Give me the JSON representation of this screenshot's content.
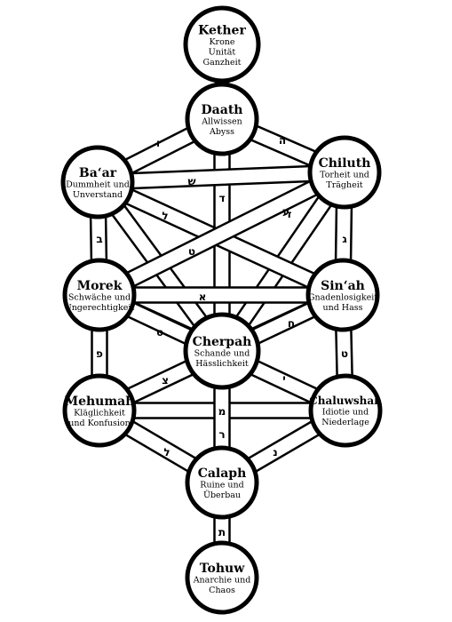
{
  "diagram": {
    "nodes": [
      {
        "id": "kether",
        "title": "Kether",
        "lines": [
          "Krone",
          "Unität",
          "Ganzheit"
        ]
      },
      {
        "id": "daath",
        "title": "Daath",
        "lines": [
          "Allwissen",
          "Abyss"
        ]
      },
      {
        "id": "baar",
        "title": "Ba‘ar",
        "lines": [
          "Dummheit und",
          "Unverstand"
        ]
      },
      {
        "id": "chiluth",
        "title": "Chiluth",
        "lines": [
          "Torheit und",
          "Trägheit"
        ]
      },
      {
        "id": "morek",
        "title": "Morek",
        "lines": [
          "Schwäche und",
          "Ungerechtigkeit"
        ]
      },
      {
        "id": "sinah",
        "title": "Sin‘ah",
        "lines": [
          "Gnadenlosigkeit",
          "und Hass"
        ]
      },
      {
        "id": "cherpah",
        "title": "Cherpah",
        "lines": [
          "Schande und",
          "Hässlichkeit"
        ]
      },
      {
        "id": "mehumah",
        "title": "Mehumah",
        "lines": [
          "Kläglichkeit",
          "und Konfusion"
        ]
      },
      {
        "id": "chaluwshah",
        "title": "Chaluwshah",
        "lines": [
          "Idiotie und",
          "Niederlage"
        ]
      },
      {
        "id": "calaph",
        "title": "Calaph",
        "lines": [
          "Ruine und",
          "Überbau"
        ]
      },
      {
        "id": "tohuw",
        "title": "Tohuw",
        "lines": [
          "Anarchie und",
          "Chaos"
        ]
      }
    ],
    "paths": [
      {
        "from": "daath",
        "to": "baar",
        "letter": "ו"
      },
      {
        "from": "daath",
        "to": "chiluth",
        "letter": "ה"
      },
      {
        "from": "daath",
        "to": "cherpah",
        "letter": "ד"
      },
      {
        "from": "baar",
        "to": "chiluth",
        "letter": "ש"
      },
      {
        "from": "baar",
        "to": "morek",
        "letter": "ב"
      },
      {
        "from": "chiluth",
        "to": "sinah",
        "letter": "ג"
      },
      {
        "from": "baar",
        "to": "cherpah",
        "letter": "ל"
      },
      {
        "from": "chiluth",
        "to": "cherpah",
        "letter": "ט"
      },
      {
        "from": "baar",
        "to": "sinah",
        "letter": "ע"
      },
      {
        "from": "chiluth",
        "to": "morek",
        "letter": "ז"
      },
      {
        "from": "morek",
        "to": "sinah",
        "letter": "א"
      },
      {
        "from": "morek",
        "to": "cherpah",
        "letter": "ס"
      },
      {
        "from": "sinah",
        "to": "cherpah",
        "letter": "ח"
      },
      {
        "from": "morek",
        "to": "mehumah",
        "letter": "פ"
      },
      {
        "from": "sinah",
        "to": "chaluwshah",
        "letter": "ט"
      },
      {
        "from": "morek",
        "to": "chaluwshah",
        "letter": "צ"
      },
      {
        "from": "sinah",
        "to": "mehumah",
        "letter": "י"
      },
      {
        "from": "mehumah",
        "to": "chaluwshah",
        "letter": "מ"
      },
      {
        "from": "cherpah",
        "to": "calaph",
        "letter": "ר"
      },
      {
        "from": "mehumah",
        "to": "calaph",
        "letter": "ל"
      },
      {
        "from": "chaluwshah",
        "to": "calaph",
        "letter": "נ"
      },
      {
        "from": "calaph",
        "to": "tohuw",
        "letter": "ת"
      }
    ]
  }
}
